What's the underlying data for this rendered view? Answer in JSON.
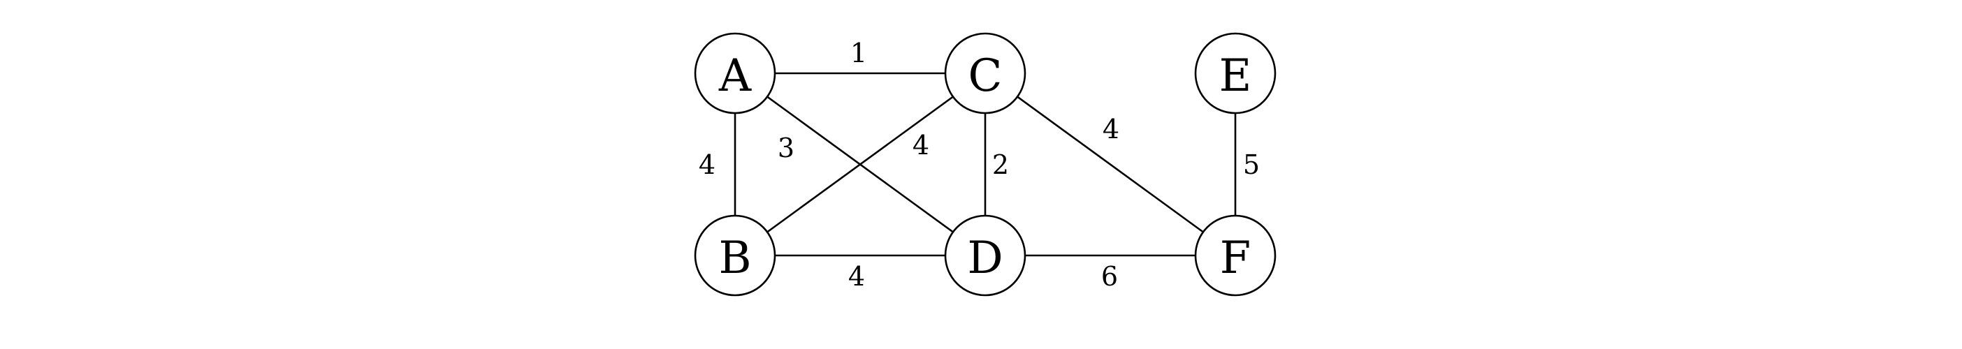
{
  "graph": {
    "nodes": [
      {
        "id": "A",
        "label": "A"
      },
      {
        "id": "B",
        "label": "B"
      },
      {
        "id": "C",
        "label": "C"
      },
      {
        "id": "D",
        "label": "D"
      },
      {
        "id": "E",
        "label": "E"
      },
      {
        "id": "F",
        "label": "F"
      }
    ],
    "edges": [
      {
        "from": "A",
        "to": "C",
        "weight": "1"
      },
      {
        "from": "A",
        "to": "B",
        "weight": "4"
      },
      {
        "from": "A",
        "to": "D",
        "weight": "3"
      },
      {
        "from": "C",
        "to": "B",
        "weight": "4"
      },
      {
        "from": "C",
        "to": "D",
        "weight": "2"
      },
      {
        "from": "C",
        "to": "F",
        "weight": "4"
      },
      {
        "from": "B",
        "to": "D",
        "weight": "4"
      },
      {
        "from": "D",
        "to": "F",
        "weight": "6"
      },
      {
        "from": "E",
        "to": "F",
        "weight": "5"
      }
    ]
  }
}
